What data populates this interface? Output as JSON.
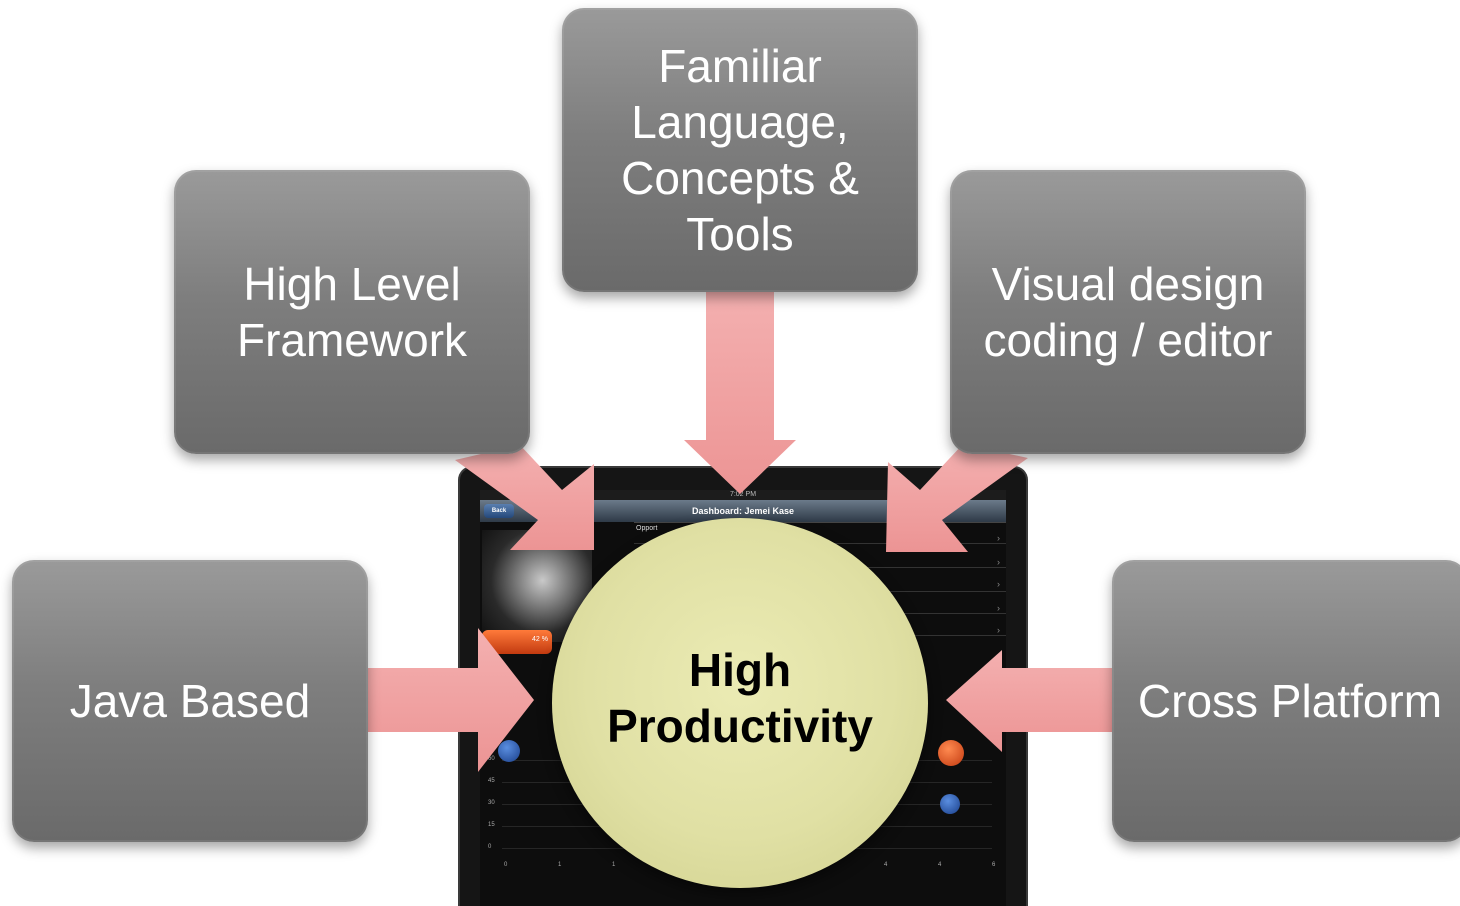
{
  "boxes": {
    "top": "Familiar\nLanguage,\nConcepts &\nTools",
    "high_level": "High Level\nFramework",
    "visual_design": "Visual design\ncoding / editor",
    "java": "Java Based",
    "cross": "Cross Platform"
  },
  "center": "High\nProductivity",
  "tablet": {
    "status_time": "7:02 PM",
    "nav_title": "Dashboard: Jemei Kase",
    "back_label": "Back",
    "opp_label": "Opport",
    "progress_label": "42 %",
    "y_ticks": [
      "60",
      "45",
      "30",
      "15",
      "0"
    ],
    "x_ticks": [
      "0",
      "1",
      "1",
      "4",
      "4",
      "6"
    ]
  },
  "colors": {
    "box": "#7e7e7e",
    "arrow": "#f0a0a0",
    "circle": "#e0e0a4"
  }
}
